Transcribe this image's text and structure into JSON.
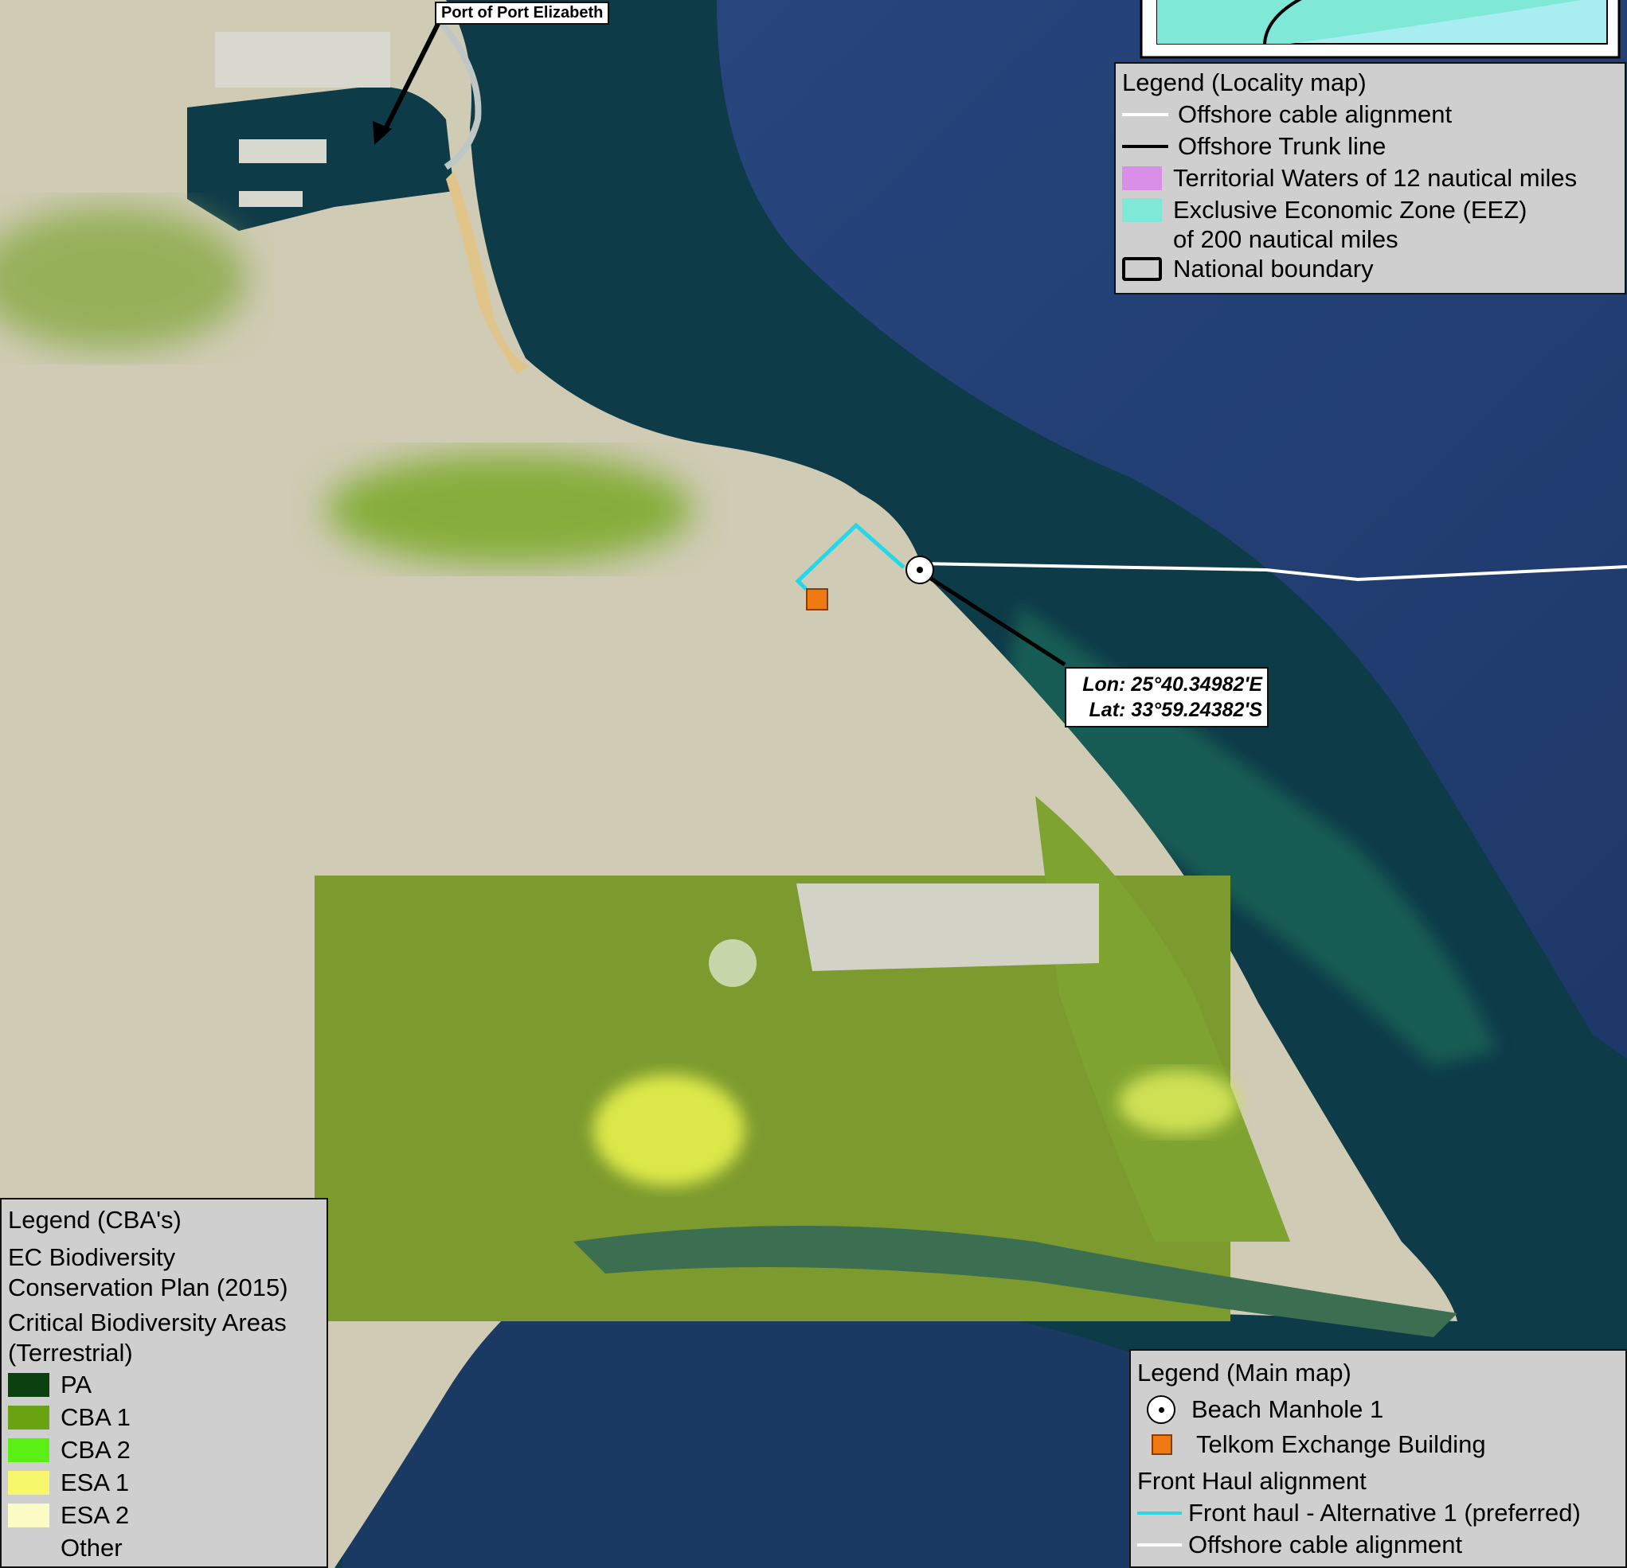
{
  "labels": {
    "port": "Port of Port Elizabeth",
    "coord_lon": "Lon: 25°40.34982'E",
    "coord_lat": "Lat: 33°59.24382'S"
  },
  "legend_locality": {
    "title": "Legend (Locality map)",
    "items": [
      {
        "label": "Offshore cable alignment",
        "color": "#ffffff"
      },
      {
        "label": "Offshore Trunk line",
        "color": "#000000"
      },
      {
        "label": "Territorial Waters of 12 nautical miles",
        "color": "#d98ee8"
      },
      {
        "label": "Exclusive Economic Zone (EEZ)",
        "label2": "of 200 nautical miles",
        "color": "#7fe8d6"
      },
      {
        "label": "National boundary",
        "color": "#000000"
      }
    ]
  },
  "legend_main": {
    "title": "Legend (Main map)",
    "items": [
      {
        "label": "Beach Manhole 1"
      },
      {
        "label": "Telkom Exchange Building",
        "color": "#f07a12"
      }
    ],
    "group_title": "Front Haul alignment",
    "group_items": [
      {
        "label": "Front haul - Alternative 1 (preferred)",
        "color": "#23d8e8"
      },
      {
        "label": "Offshore cable alignment",
        "color": "#ffffff"
      }
    ]
  },
  "legend_cba": {
    "title": "Legend (CBA's)",
    "plan": "EC Biodiversity",
    "plan2": "Conservation Plan (2015)",
    "sub": "Critical Biodiversity Areas",
    "sub2": "(Terrestrial)",
    "items": [
      {
        "label": "PA",
        "color": "#0b4010"
      },
      {
        "label": "CBA 1",
        "color": "#6aa312"
      },
      {
        "label": "CBA 2",
        "color": "#5af016"
      },
      {
        "label": "ESA 1",
        "color": "#f6f76a"
      },
      {
        "label": "ESA 2",
        "color": "#fbfbc6"
      },
      {
        "label": "Other",
        "color": "#cfcfcf"
      }
    ]
  }
}
